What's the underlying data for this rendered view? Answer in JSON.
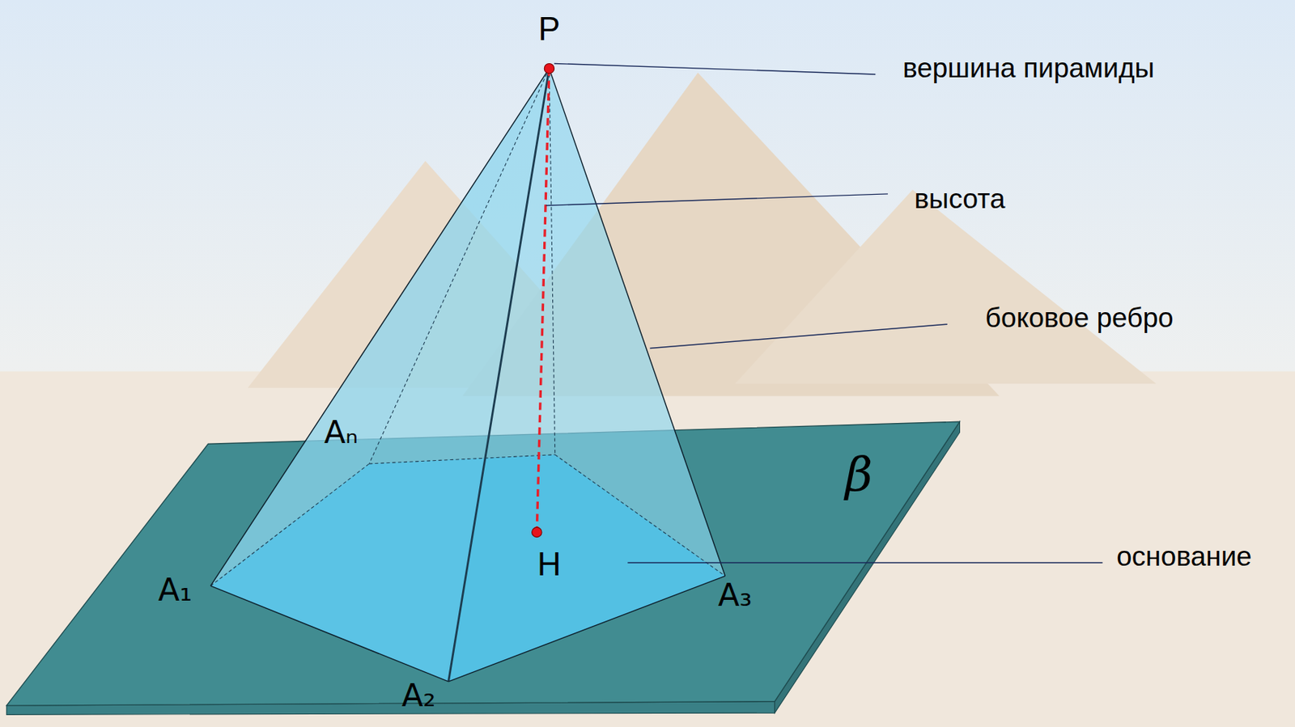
{
  "diagram": {
    "labels": [
      "P",
      "вершина пирамиды",
      "высота",
      "боковое ребро",
      "Aₙ",
      "β",
      "H",
      "основание",
      "A₁",
      "A₃",
      "A₂"
    ]
  }
}
